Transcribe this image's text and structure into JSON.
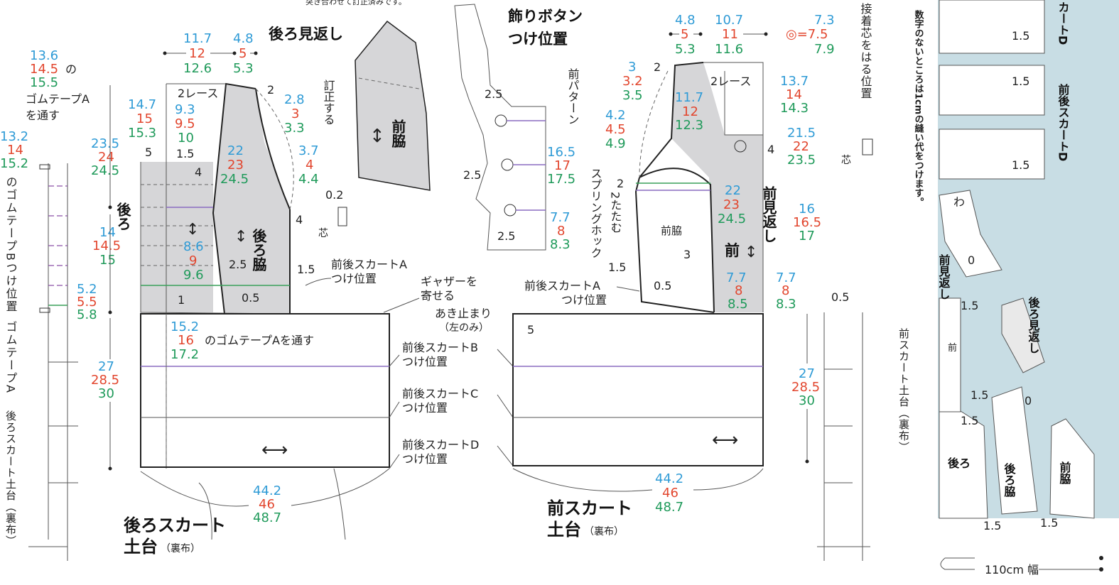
{
  "top_note": "突き合わせて訂正済みです。",
  "left": {
    "tape_a_label": {
      "n1": "13.6",
      "n2": "14.5",
      "n2_suffix": "の",
      "n3": "15.5",
      "text1": "ゴムテープA",
      "text2": "を通す"
    },
    "tape_b_nums": {
      "n1": "13.2",
      "n2": "14",
      "n3": "15.2"
    },
    "tape_b_vertical": "のゴムテープBつけ位置",
    "tape_a_vertical": "ゴムテープA",
    "back_skirt_vertical": "後ろスカート土台（裏布）"
  },
  "back_pieces": {
    "top_w1": {
      "n1": "11.7",
      "n2": "12",
      "n3": "12.6"
    },
    "top_w2": {
      "n1": "4.8",
      "n2": "5",
      "n3": "5.3"
    },
    "back_facing": "後ろ見返し",
    "lace": "2レース",
    "n2_top": "2",
    "side_top": {
      "n1": "2.8",
      "n2": "3",
      "n3": "3.3"
    },
    "side_mid": {
      "n1": "3.7",
      "n2": "4",
      "n3": "4.4"
    },
    "left_w": {
      "n1": "14.7",
      "n2": "15",
      "n3": "15.3"
    },
    "lace_w": {
      "n1": "9.3",
      "n2": "9.5",
      "n3": "10"
    },
    "height1": {
      "n1": "23.5",
      "n2": "24",
      "n3": "24.5"
    },
    "sidewidth": {
      "n1": "22",
      "n2": "23",
      "n3": "24.5"
    },
    "v5": "5",
    "v15": "1.5",
    "v4a": "4",
    "v4b": "4",
    "v02": "0.2",
    "shin": "芯",
    "back": "後ろ",
    "back_side": "後ろ脇",
    "height2": {
      "n1": "14",
      "n2": "14.5",
      "n3": "15"
    },
    "lower_w": {
      "n1": "8.6",
      "n2": "9",
      "n3": "9.6"
    },
    "v25": "2.5",
    "v15b": "1.5",
    "v05": "0.5",
    "v1": "1",
    "tape_b_gap": {
      "n1": "5.2",
      "n2": "5.5",
      "n3": "5.8"
    },
    "skirt_a_label": "前後スカートA",
    "skirt_a_label2": "つけ位置"
  },
  "back_skirt": {
    "tape_a": {
      "n1": "15.2",
      "n2": "16",
      "n2_suffix": "のゴムテープAを通す",
      "n3": "17.2"
    },
    "height": {
      "n1": "27",
      "n2": "28.5",
      "n3": "30"
    },
    "width": {
      "n1": "44.2",
      "n2": "46",
      "n3": "48.7"
    },
    "title1": "後ろスカート",
    "title2": "土台",
    "title2_sub": "（裏布）"
  },
  "middle_labels": {
    "gather1": "ギャザーを",
    "gather2": "寄せる",
    "opening1": "あき止まり",
    "opening2": "（左のみ）",
    "b1": "前後スカートB",
    "b2": "つけ位置",
    "c1": "前後スカートC",
    "c2": "つけ位置",
    "d1": "前後スカートD",
    "d2": "つけ位置",
    "v5": "5"
  },
  "front_side_piece": {
    "label": "前脇",
    "correct": "訂正する"
  },
  "button_piece": {
    "title1": "飾りボタン",
    "title2": "つけ位置",
    "pattern": "前パターン",
    "v25a": "2.5",
    "v25b": "2.5",
    "v25c": "2.5",
    "h1": {
      "n1": "16.5",
      "n2": "17",
      "n3": "17.5"
    },
    "h2": {
      "n1": "7.7",
      "n2": "8",
      "n3": "8.3"
    }
  },
  "front_pieces": {
    "top1": {
      "n1": "4.8",
      "n2": "5",
      "n3": "5.3"
    },
    "top2": {
      "n1": "10.7",
      "n2": "11",
      "n3": "11.6"
    },
    "circle_legend": {
      "n1": "7.3",
      "n2": "◎=7.5",
      "n3": "7.9"
    },
    "left_small": {
      "n1": "3",
      "n2": "3.2",
      "n3": "3.5"
    },
    "v2a": "2",
    "lace": "2レース",
    "right_top": {
      "n1": "13.7",
      "n2": "14",
      "n3": "14.3"
    },
    "mid": {
      "n1": "11.7",
      "n2": "12",
      "n3": "12.3"
    },
    "left_mid": {
      "n1": "4.2",
      "n2": "4.5",
      "n3": "4.9"
    },
    "right_mid": {
      "n1": "21.5",
      "n2": "22",
      "n3": "23.5"
    },
    "v4": "4",
    "spring_hook": "スプリングホック",
    "fold": "2たたむ",
    "v2b": "2",
    "inner": {
      "n1": "22",
      "n2": "23",
      "n3": "24.5"
    },
    "front_side": "前脇",
    "front": "前",
    "front_facing": "前見返し",
    "height": {
      "n1": "16",
      "n2": "16.5",
      "n3": "17"
    },
    "v3": "3",
    "v15": "1.5",
    "v05": "0.5",
    "lower": {
      "n1": "7.7",
      "n2": "8",
      "n3": "8.5"
    },
    "lower_r": {
      "n1": "7.7",
      "n2": "8",
      "n3": "8.3"
    },
    "skirt_a_label": "前後スカートA",
    "skirt_a_label2": "つけ位置"
  },
  "front_skirt": {
    "height": {
      "n1": "27",
      "n2": "28.5",
      "n3": "30"
    },
    "width": {
      "n1": "44.2",
      "n2": "46",
      "n3": "48.7"
    },
    "title1": "前スカート",
    "title2": "土台",
    "title2_sub": "（裏布）"
  },
  "far_right": {
    "interfacing": "接着芯をはる位置",
    "shin": "芯",
    "v05": "0.5",
    "front_skirt_vertical": "前スカート土台（裏布）",
    "seam_note": "数字のないところは1cmの縫い代をつけます。"
  },
  "layout": {
    "skirt_d_top": "カートD",
    "skirt_d": "前後スカートD",
    "v15_1": "1.5",
    "v15_2": "1.5",
    "v15_3": "1.5",
    "wa": "わ",
    "front_facing": "前見返し",
    "zero1": "0",
    "v15_4": "1.5",
    "back_facing": "後ろ見返し",
    "front": "前",
    "v15_5": "1.5",
    "zero2": "0",
    "v15_6": "1.5",
    "back": "後ろ",
    "back_side": "後ろ脇",
    "front_side": "前脇",
    "v15_7": "1.5",
    "v15_8": "1.5",
    "fabric_width": "110cm 幅"
  }
}
